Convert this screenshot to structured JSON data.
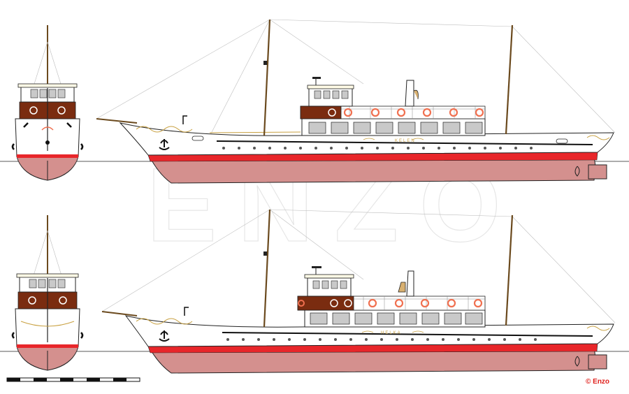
{
  "ship": {
    "name_top": "KELEN",
    "name_bottom": "HELKA"
  },
  "credit": {
    "symbol": "©",
    "author": "Enzo"
  },
  "watermark": "ENZO",
  "colors": {
    "hull_bottom": "#d4908e",
    "boot_top": "#e8262a",
    "topside": "#ffffff",
    "deckhouse": "#c9c9c9",
    "wheelhouse_wood": "#7a2c10",
    "lifebuoy": "#f07050",
    "gold_trim": "#c8a040",
    "mast": "#6b4a1e",
    "funnel": "#d8b070",
    "line": "#111111"
  }
}
